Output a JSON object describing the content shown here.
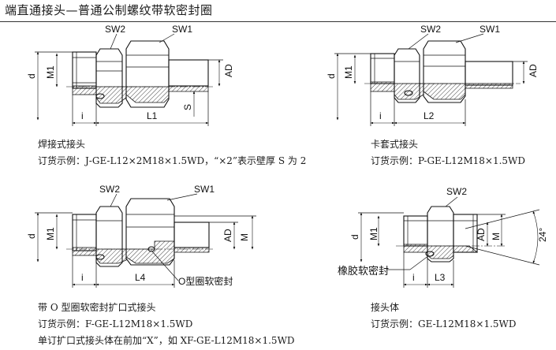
{
  "title": "端直通接头—普通公制螺纹带软密封圈",
  "views": [
    {
      "caption": "焊接式接头",
      "order_example": "订货示例：J-GE-L12×2M18×1.5WD，“×2”表示壁厚 S 为 2",
      "labels": {
        "sw2": "SW2",
        "sw1": "SW1",
        "d": "d",
        "m1": "M1",
        "ad": "AD",
        "s": "S",
        "i": "i",
        "l": "L1"
      }
    },
    {
      "caption": "卡套式接头",
      "order_example": "订货示例：P-GE-L12M18×1.5WD",
      "labels": {
        "sw2": "SW2",
        "sw1": "SW1",
        "d": "d",
        "m1": "M1",
        "ad": "AD",
        "i": "i",
        "l": "L2"
      }
    },
    {
      "caption": "带 O 型圈软密封扩口式接头",
      "order_example": "订货示例：F-GE-L12M18×1.5WD",
      "note": "单订扩口式接头体在前加“X”，如 XF-GE-L12M18×1.5WD",
      "labels": {
        "sw2": "SW2",
        "sw1": "SW1",
        "d": "d",
        "m1": "M1",
        "ad": "AD",
        "m": "M",
        "i": "i",
        "l": "L4",
        "seal": "O型圈软密封"
      }
    },
    {
      "caption": "接头体",
      "order_example": "订货示例：GE-L12M18×1.5WD",
      "labels": {
        "sw2": "SW2",
        "d": "d",
        "m1": "M1",
        "ad": "AD",
        "m": "M",
        "angle": "24°",
        "i": "i",
        "l": "L3",
        "seal": "橡胶软密封"
      }
    }
  ],
  "colors": {
    "line": "#111111",
    "background": "#ffffff"
  }
}
